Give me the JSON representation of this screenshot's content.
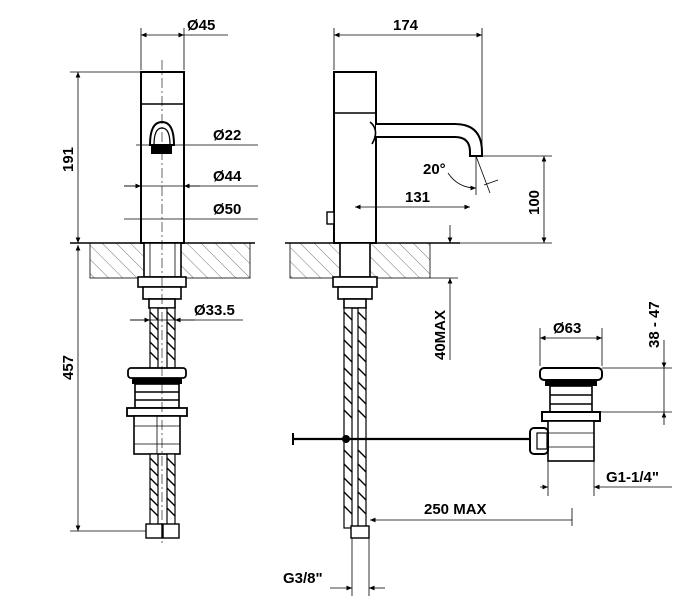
{
  "dimensions": {
    "d45": "Ø45",
    "d22": "Ø22",
    "d44": "Ø44",
    "d50": "Ø50",
    "d33_5": "Ø33.5",
    "h191": "191",
    "h457": "457",
    "w174": "174",
    "angle20": "20°",
    "w131": "131",
    "h100": "100",
    "h40max": "40MAX",
    "d63": "Ø63",
    "h38_47": "38 - 47",
    "g1_1_4": "G1-1/4\"",
    "l250max": "250 MAX",
    "g3_8": "G3/8\""
  },
  "colors": {
    "line": "#000000",
    "hatch": "#555555",
    "background": "#ffffff"
  }
}
